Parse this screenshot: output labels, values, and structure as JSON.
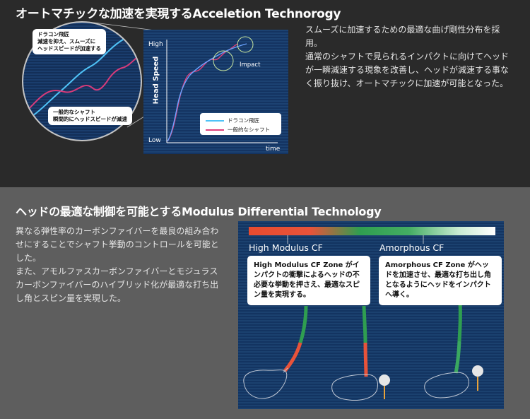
{
  "section_acceleration": {
    "title": "オートマチックな加速を実現するAcceletion Technorogy",
    "description": [
      "スムーズに加速するための最適な曲げ剛性分布を採用。",
      "通常のシャフトで見られるインパクトに向けてヘッドが一瞬減速する現象を改善し、ヘッドが減速する事なく振り抜け、オートマチックに加速が可能となった。"
    ],
    "zoom_callout_top": [
      "ドラコン飛匠",
      "減速を抑え、スムーズに",
      "ヘッドスピードが加速する"
    ],
    "zoom_callout_bottom": [
      "一般的なシャフト",
      "瞬間的にヘッドスピードが減速"
    ],
    "chart": {
      "y_high": "High",
      "y_low": "Low",
      "y_axis_title": "Head Speed",
      "x_axis_title": "time",
      "impact_label": "Impact",
      "legend": [
        {
          "label": "ドラコン飛匠",
          "color": "#4fc3f7"
        },
        {
          "label": "一般的なシャフト",
          "color": "#e0407a"
        }
      ]
    }
  },
  "section_modulus": {
    "title": "ヘッドの最適な制御を可能とするModulus Differential Technology",
    "description": [
      "異なる弾性率のカーボンファイバーを最良の組み合わせにすることでシャフト挙動のコントロールを可能とした。",
      "また、アモルファスカーボンファイバーとモジュラスカーボンファイバーのハイブリッド化が最適な打ち出し角とスピン量を実現した。"
    ],
    "high_modulus": {
      "heading": "High Modulus CF",
      "text": "High Modulus CF Zone がインパクトの衝撃によるヘッドの不必要な挙動を押さえ、最適なスピン量を実現する。"
    },
    "amorphous": {
      "heading": "Amorphous CF",
      "text": "Amorphous CF Zone がヘッドを加速させ、最適な打ち出し角となるようにヘッドをインパクトへ導く。"
    }
  },
  "colors": {
    "drakon_line": "#4fc3f7",
    "general_line": "#e0407a",
    "panel_navy": "#1b416f",
    "gradient_red": "#e84b2f",
    "gradient_green": "#2f9e50"
  }
}
